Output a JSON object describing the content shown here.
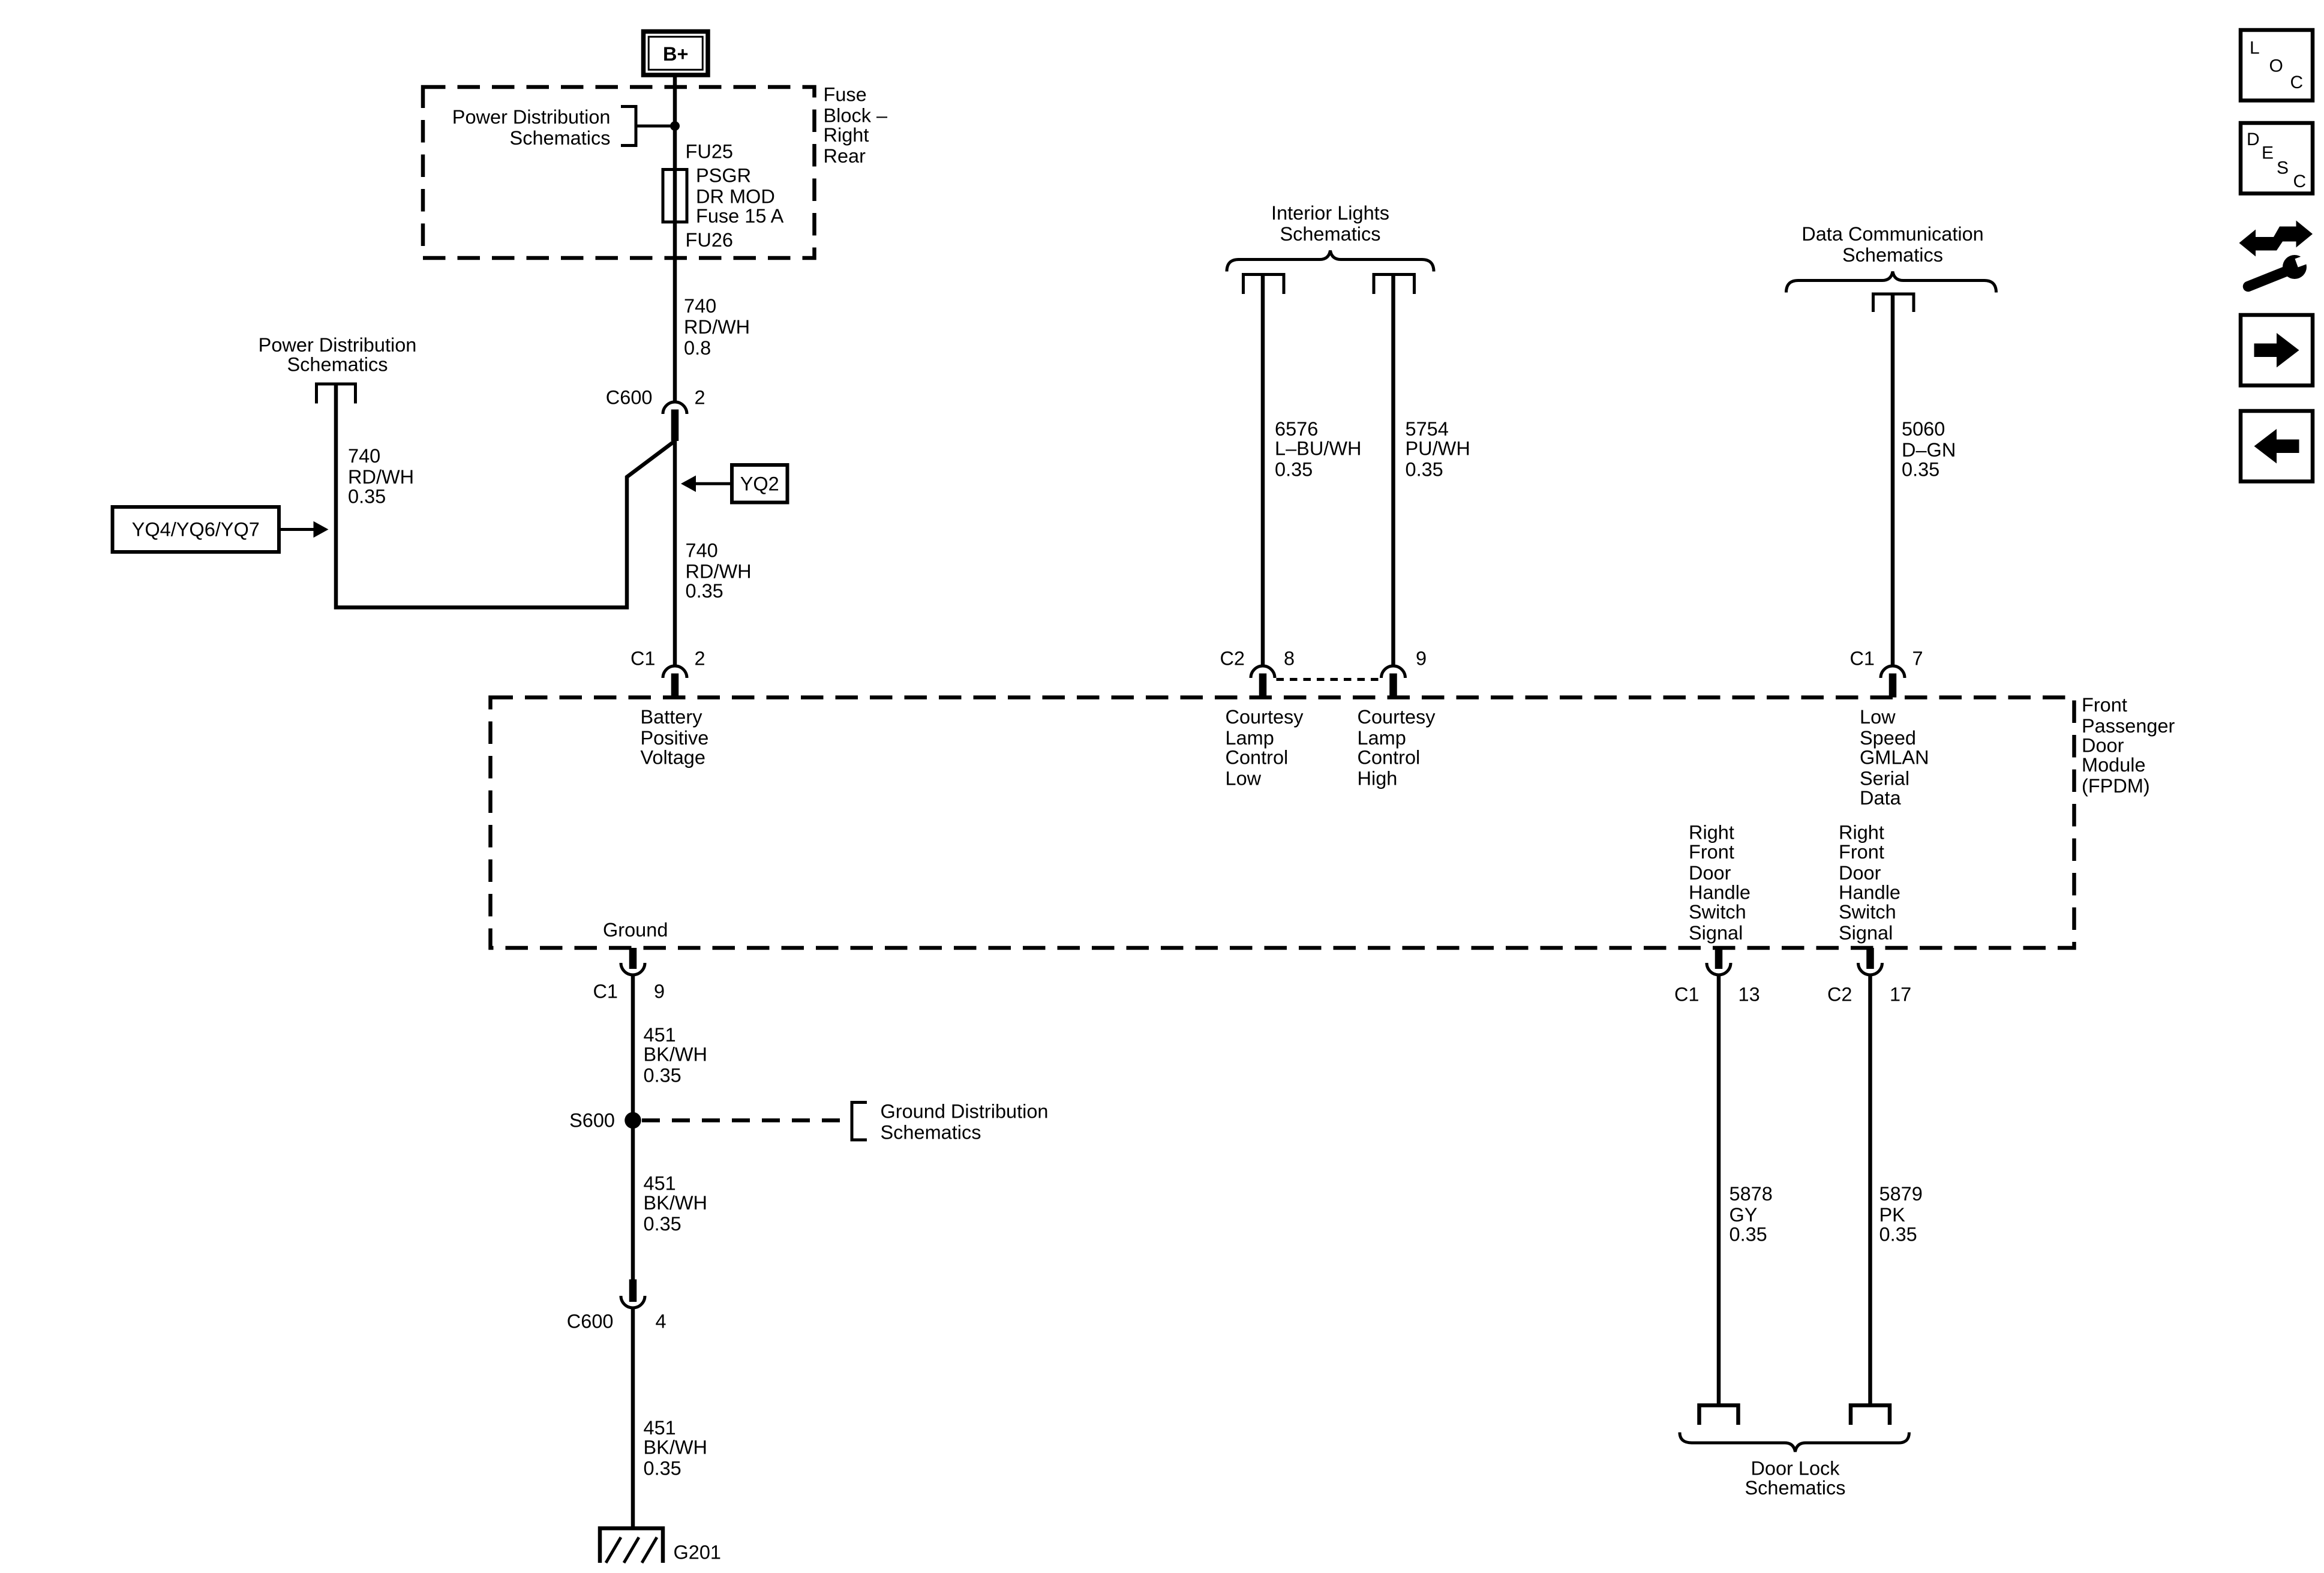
{
  "colors": {
    "ink": "#000000",
    "background": "#ffffff"
  },
  "supply": {
    "label": "B+"
  },
  "fuse_block": {
    "ref": [
      "Power Distribution",
      "Schematics"
    ],
    "name": [
      "Fuse",
      "Block –",
      "Right",
      "Rear"
    ],
    "in_terminal": "FU25",
    "fuse": [
      "PSGR",
      "DR MOD",
      "Fuse 15 A"
    ],
    "out_terminal": "FU26"
  },
  "references": {
    "power_distribution": [
      "Power Distribution",
      "Schematics"
    ],
    "interior_lights": [
      "Interior Lights",
      "Schematics"
    ],
    "data_communication": [
      "Data Communication",
      "Schematics"
    ],
    "ground_distribution": [
      "Ground Distribution",
      "Schematics"
    ],
    "door_lock": [
      "Door Lock",
      "Schematics"
    ]
  },
  "options": {
    "yq2": "YQ2",
    "yq4_yq6_yq7": "YQ4/YQ6/YQ7"
  },
  "wires": {
    "w740_supply": [
      "740",
      "RD/WH",
      "0.8"
    ],
    "w740_branch": [
      "740",
      "RD/WH",
      "0.35"
    ],
    "w740_module": [
      "740",
      "RD/WH",
      "0.35"
    ],
    "w6576": [
      "6576",
      "L–BU/WH",
      "0.35"
    ],
    "w5754": [
      "5754",
      "PU/WH",
      "0.35"
    ],
    "w5060": [
      "5060",
      "D–GN",
      "0.35"
    ],
    "w451_a": [
      "451",
      "BK/WH",
      "0.35"
    ],
    "w451_b": [
      "451",
      "BK/WH",
      "0.35"
    ],
    "w451_c": [
      "451",
      "BK/WH",
      "0.35"
    ],
    "w5878": [
      "5878",
      "GY",
      "0.35"
    ],
    "w5879": [
      "5879",
      "PK",
      "0.35"
    ]
  },
  "connectors": {
    "c600_top": {
      "name": "C600",
      "pin": "2"
    },
    "c1_battery": {
      "name": "C1",
      "pin": "2"
    },
    "c2_low": {
      "name": "C2",
      "pin": "8"
    },
    "c2_high": {
      "pin": "9"
    },
    "c1_data": {
      "name": "C1",
      "pin": "7"
    },
    "c1_ground": {
      "name": "C1",
      "pin": "9"
    },
    "c600_bottom": {
      "name": "C600",
      "pin": "4"
    },
    "c1_switch": {
      "name": "C1",
      "pin": "13"
    },
    "c2_switch": {
      "name": "C2",
      "pin": "17"
    }
  },
  "splice": "S600",
  "ground_point": "G201",
  "module": {
    "name": [
      "Front",
      "Passenger",
      "Door",
      "Module",
      "(FPDM)"
    ],
    "pins": {
      "battery": [
        "Battery",
        "Positive",
        "Voltage"
      ],
      "courtesy_low": [
        "Courtesy",
        "Lamp",
        "Control",
        "Low"
      ],
      "courtesy_high": [
        "Courtesy",
        "Lamp",
        "Control",
        "High"
      ],
      "gmlan": [
        "Low",
        "Speed",
        "GMLAN",
        "Serial",
        "Data"
      ],
      "ground": "Ground",
      "handle_switch_1": [
        "Right",
        "Front",
        "Door",
        "Handle",
        "Switch",
        "Signal"
      ],
      "handle_switch_2": [
        "Right",
        "Front",
        "Door",
        "Handle",
        "Switch",
        "Signal"
      ]
    }
  },
  "nav": {
    "loc_letters": [
      "L",
      "O",
      "C"
    ],
    "desc_letters": [
      "D",
      "E",
      "S",
      "C"
    ],
    "icons": {
      "loc": "location-view-icon",
      "desc": "description-view-icon",
      "connector": "arrows-wrench-icon",
      "next": "arrow-right-icon",
      "back": "arrow-left-icon"
    }
  }
}
